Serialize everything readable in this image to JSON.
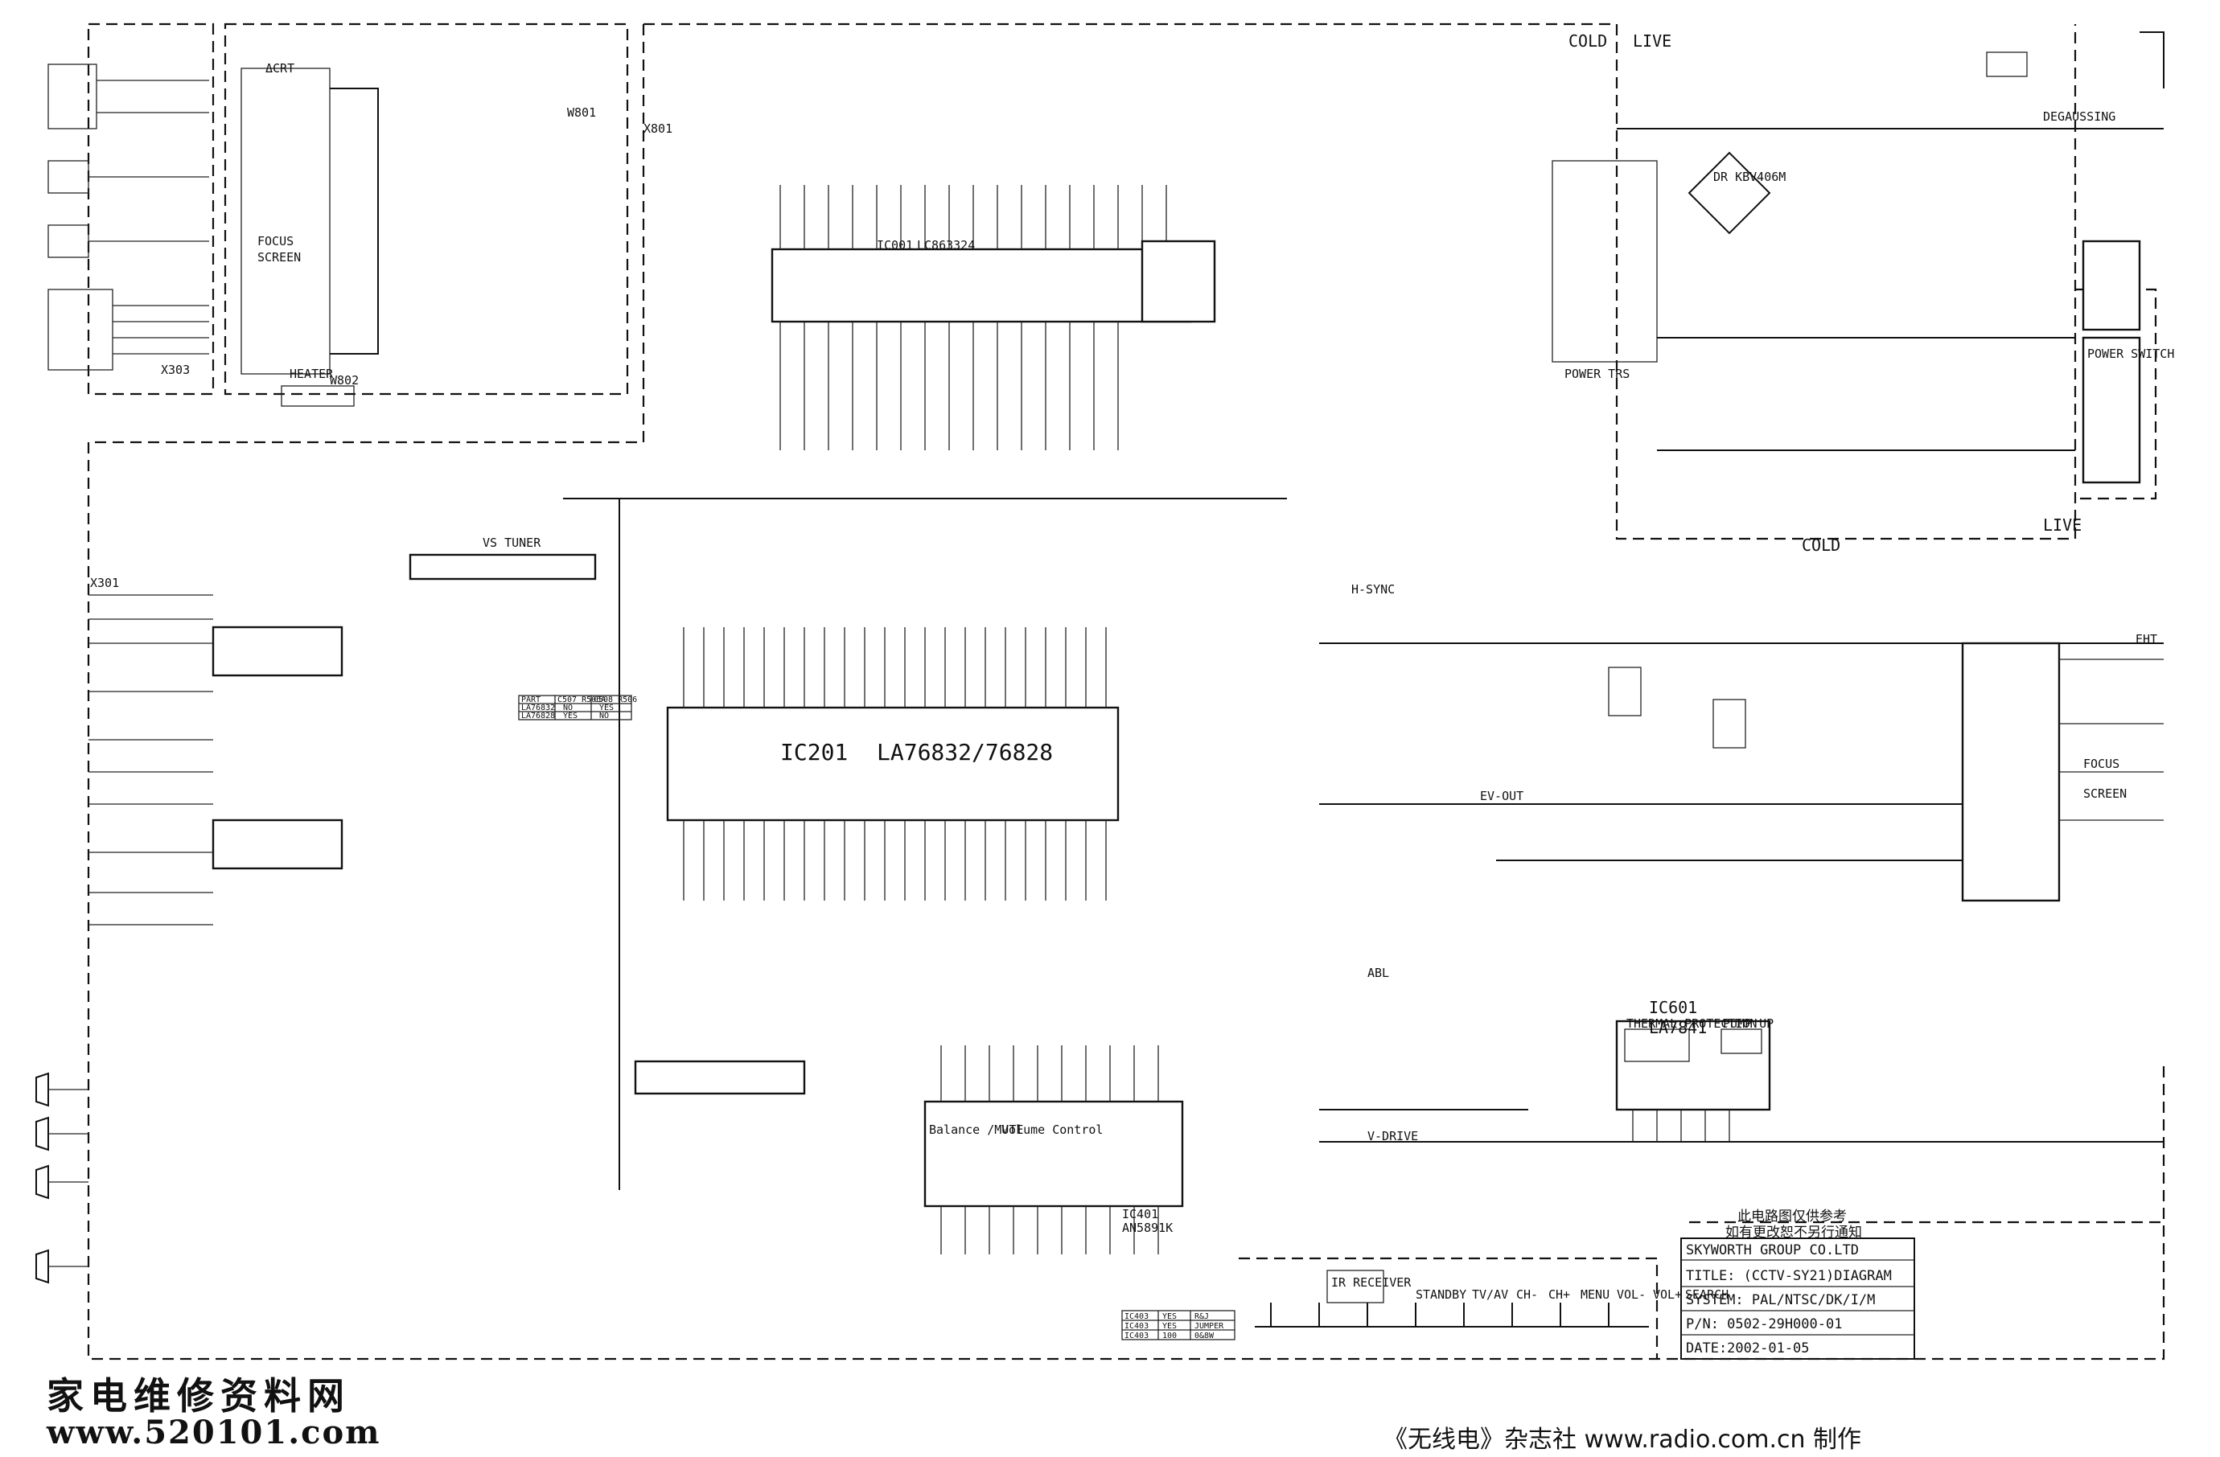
{
  "watermark": {
    "chinese": "家电维修资料网",
    "url": "www.520101.com"
  },
  "credit": "《无线电》杂志社  www.radio.com.cn 制作",
  "regions": {
    "cold_top": "COLD",
    "live_top": "LIVE",
    "cold_bottom": "COLD",
    "live_bottom": "LIVE"
  },
  "ics": {
    "ic201": {
      "ref": "IC201",
      "part": "LA76832/76828"
    },
    "ic601": {
      "ref": "IC601",
      "part": "LA7841"
    },
    "ic401": {
      "ref": "IC401",
      "part": "AN5891K"
    },
    "ic001": {
      "ref": "IC001",
      "part": "LC863324"
    },
    "crt": "ΔCRT",
    "tuner": "VS TUNER"
  },
  "notice": {
    "line1": "此电路图仅供参考",
    "line2": "如有更改恕不另行通知"
  },
  "title_block": {
    "company": "SKYWORTH GROUP CO.LTD",
    "title": "TITLE: (CCTV-SY21)DIAGRAM",
    "system": "SYSTEM: PAL/NTSC/DK/I/M",
    "pn": "P/N: 0502-29H000-01",
    "date": "DATE:2002-01-05"
  },
  "keys": [
    "STANDBY",
    "TV/AV",
    "CH-",
    "CH+",
    "MENU",
    "VOL-",
    "VOL+",
    "SEARCH"
  ],
  "labels": {
    "power_trs": "POWER TRS",
    "degaussing": "DEGAUSSING",
    "power_switch": "POWER SWITCH",
    "ir_receiver": "IR RECEIVER",
    "focus": "FOCUS",
    "screen": "SCREEN",
    "heater": "HEATER",
    "h_sync": "H-SYNC",
    "v_drive": "V-DRIVE",
    "ev_out": "EV-OUT",
    "abl": "ABL",
    "eht": "EHT",
    "thermal": "THERMAL PROTECTION",
    "pump": "PUMP UP",
    "balance": "Balance /MUTE",
    "volume": "Volume Control",
    "bridge": "DR KBV406M",
    "x801": "X801",
    "w801": "W801",
    "w802": "W802",
    "x301": "X301",
    "x303": "X303"
  },
  "part_table": {
    "header": [
      "PART",
      "C507 R506A",
      "C508 R506"
    ],
    "rows": [
      [
        "LA76832",
        "NO",
        "YES"
      ],
      [
        "LA76828",
        "YES",
        "NO"
      ]
    ]
  },
  "jumper_table": {
    "rows": [
      [
        "IC403",
        "YES",
        "R&J"
      ],
      [
        "IC403",
        "YES",
        "JUMPER"
      ],
      [
        "IC403",
        "100",
        "0&8W"
      ]
    ]
  }
}
